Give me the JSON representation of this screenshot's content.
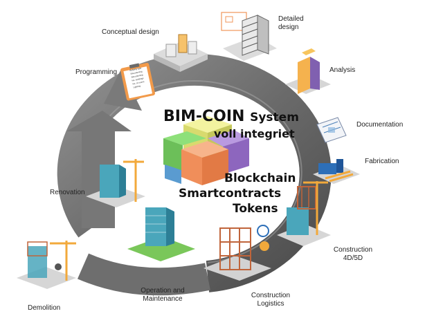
{
  "center": {
    "title_main": "BIM-COIN",
    "title_rest": "System",
    "subtitle": "voll integriet",
    "line1": "Blockchain",
    "line2": "Smartcontracts",
    "line3": "Tokens"
  },
  "stages": [
    {
      "id": "conceptual-design",
      "label": "Conceptual design"
    },
    {
      "id": "detailed-design",
      "label_lines": [
        "Detailed",
        "design"
      ]
    },
    {
      "id": "analysis",
      "label": "Analysis"
    },
    {
      "id": "documentation",
      "label": "Documentation"
    },
    {
      "id": "fabrication",
      "label": "Fabrication"
    },
    {
      "id": "construction-4d5d",
      "label_lines": [
        "Construction",
        "4D/5D"
      ]
    },
    {
      "id": "construction-logistics",
      "label_lines": [
        "Construction",
        "Logistics"
      ]
    },
    {
      "id": "operation-maintenance",
      "label_lines": [
        "Operation and",
        "Maintenance"
      ]
    },
    {
      "id": "demolition",
      "label": "Demolition"
    },
    {
      "id": "renovation",
      "label": "Renovation"
    },
    {
      "id": "programming",
      "label": "Programming"
    }
  ],
  "clipboard_lines": [
    "Building type",
    "Site planning",
    "Site planning",
    "No. buildings",
    "No. of rooms",
    "Lighting"
  ],
  "colors": {
    "ring_dark": "#5a5a5a",
    "ring_light": "#9a9a9a",
    "arrow": "#6d6d6d",
    "cube_yellow": "#e6e88a",
    "cube_green": "#7fcf6a",
    "cube_purple": "#9d78c8",
    "cube_orange": "#f29a6c",
    "cube_blue": "#5a9bd0",
    "platform": "#d8d8d8",
    "crane": "#f2a93b",
    "building_teal": "#3d9fb5",
    "building_steel": "#c0643a"
  }
}
